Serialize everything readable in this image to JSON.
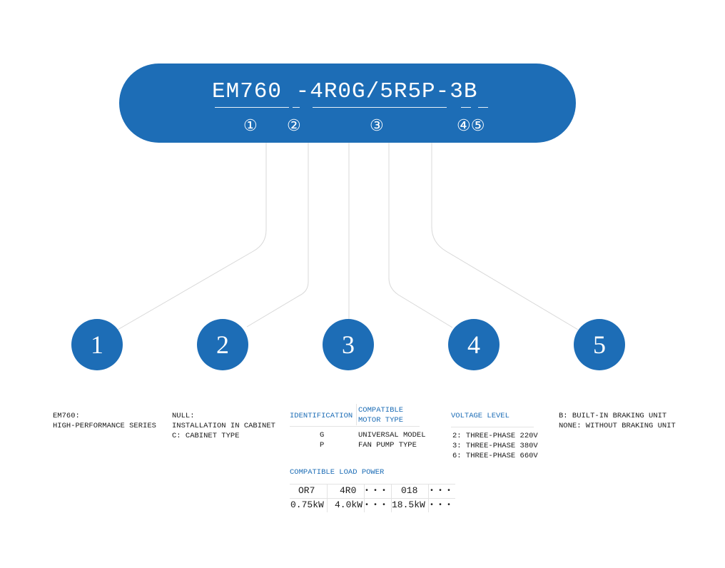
{
  "model_code": {
    "series": "EM760",
    "rest": " -4R0G/5R5P-3B",
    "markers": [
      "①",
      "②",
      "③",
      "④⑤"
    ]
  },
  "circles": [
    "1",
    "2",
    "3",
    "4",
    "5"
  ],
  "descriptions": {
    "d1": "EM760:\nHIGH-PERFORMANCE SERIES",
    "d2": "NULL:\nINSTALLATION IN CABINET\nC: CABINET TYPE",
    "d3": {
      "col1_header": "IDENTIFICATION",
      "col2_header": "COMPATIBLE\nMOTOR TYPE",
      "rows": [
        {
          "id": "G",
          "type": "UNIVERSAL MODEL"
        },
        {
          "id": "P",
          "type": "FAN PUMP TYPE"
        }
      ],
      "load_header": "COMPATIBLE LOAD POWER",
      "load_codes": [
        "OR7",
        "4R0",
        "• • •",
        "018",
        "• • •"
      ],
      "load_powers": [
        "0.75kW",
        "4.0kW",
        "• • •",
        "18.5kW",
        "• • •"
      ]
    },
    "d4": {
      "header": "VOLTAGE LEVEL",
      "items": "2: THREE-PHASE 220V\n3: THREE-PHASE 380V\n6: THREE-PHASE 660V"
    },
    "d5": "B: BUILT-IN BRAKING UNIT\nNONE: WITHOUT BRAKING UNIT"
  },
  "colors": {
    "brand_blue": "#1d6db6",
    "connector": "#d8d8d8"
  }
}
